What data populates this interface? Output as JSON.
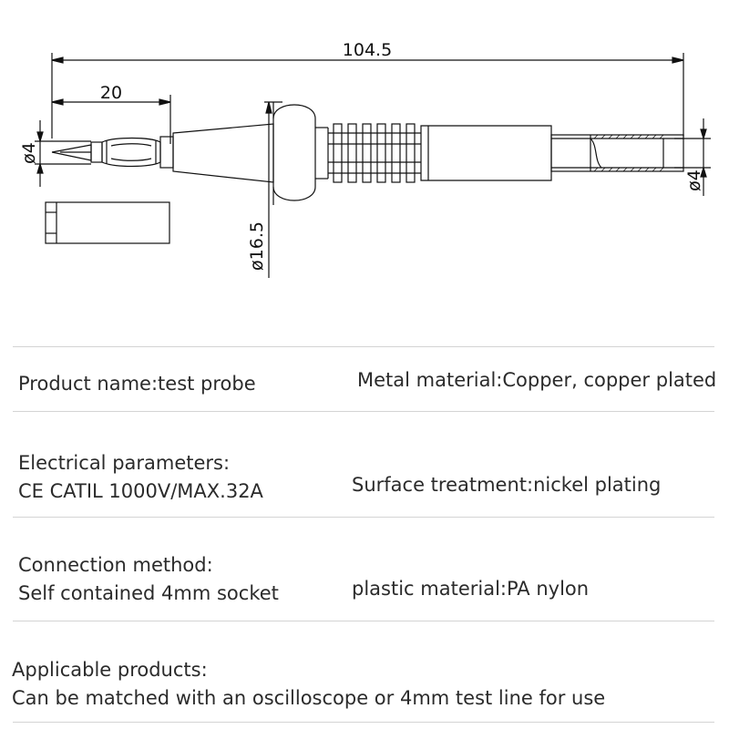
{
  "dimensions": {
    "overall_length": "104.5",
    "tip_length": "20",
    "tip_diameter": "ø4",
    "guard_diameter": "ø16.5",
    "socket_diameter": "ø4"
  },
  "specs": {
    "product_name": "Product name:test probe",
    "metal_material": "Metal material:Copper, copper plated",
    "electrical_label": "Electrical parameters:",
    "electrical_value": "CE CATIL 1000V/MAX.32A",
    "surface_treatment": "Surface treatment:nickel plating",
    "connection_label": "Connection method:",
    "connection_value": "Self contained 4mm socket",
    "plastic_material": "plastic material:PA nylon",
    "applicable_label": "Applicable products:",
    "applicable_value": "Can be matched with an oscilloscope or 4mm test line for use"
  }
}
